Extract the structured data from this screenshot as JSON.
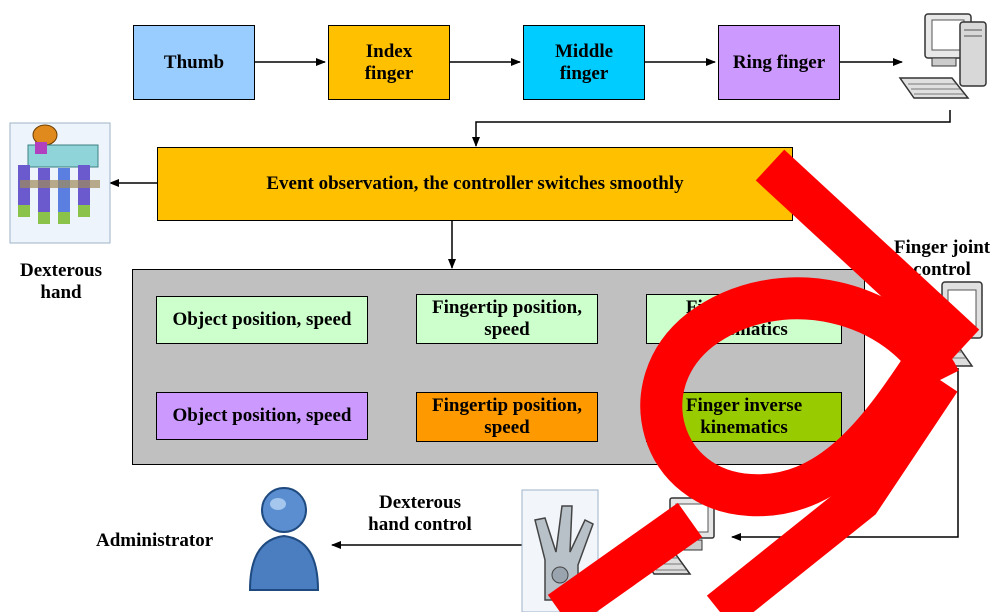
{
  "top_row": {
    "thumb": "Thumb",
    "index_finger": "Index finger",
    "middle_finger": "Middle finger",
    "ring_finger": "Ring finger"
  },
  "event_box": "Event observation, the controller switches smoothly",
  "dexterous_hand_label": "Dexterous hand",
  "finger_joint_control_label": "Finger joint control",
  "panel": {
    "row1": {
      "object": "Object position, speed",
      "fingertip": "Fingertip position, speed",
      "inverse": "Finger inverse kinematics"
    },
    "row2": {
      "object": "Object position, speed",
      "fingertip": "Fingertip position, speed",
      "inverse": "Finger inverse kinematics"
    }
  },
  "dexterous_hand_control_label": "Dexterous hand control",
  "administrator_label": "Administrator",
  "colors": {
    "thumb": "#99ccff",
    "index_finger": "#ffc000",
    "middle_finger": "#00ccff",
    "ring_finger": "#cc99ff",
    "event_box": "#ffc000",
    "panel": "#c0c0c0",
    "row1_boxes": "#ccffcc",
    "row2_object": "#cc99ff",
    "row2_fingertip": "#ff9900",
    "row2_inverse": "#99cc00",
    "watermark": "#ff0000"
  },
  "icons": [
    "computer-icon",
    "dexterous-hand-image",
    "administrator-icon",
    "robot-hand-image"
  ]
}
